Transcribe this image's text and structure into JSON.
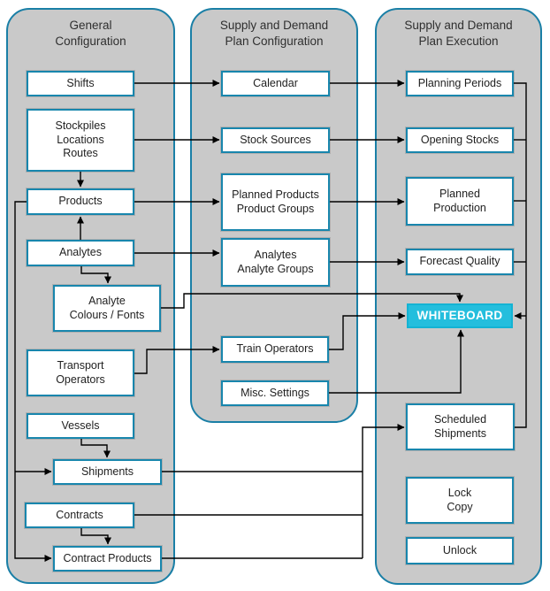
{
  "diagram": {
    "panels": {
      "general": {
        "title": "General\nConfiguration"
      },
      "plan_config": {
        "title": "Supply and Demand\nPlan Configuration"
      },
      "plan_exec": {
        "title": "Supply and Demand\nPlan Execution"
      }
    },
    "boxes": {
      "shifts": "Shifts",
      "stockpiles": "Stockpiles\nLocations\nRoutes",
      "products": "Products",
      "analytes": "Analytes",
      "analyte_colours_fonts": "Analyte\nColours / Fonts",
      "transport_operators": "Transport\nOperators",
      "vessels": "Vessels",
      "shipments": "Shipments",
      "contracts": "Contracts",
      "contract_products": "Contract Products",
      "calendar": "Calendar",
      "stock_sources": "Stock Sources",
      "planned_products": "Planned Products\nProduct Groups",
      "analytes_groups": "Analytes\nAnalyte Groups",
      "train_operators": "Train Operators",
      "misc_settings": "Misc. Settings",
      "planning_periods": "Planning Periods",
      "opening_stocks": "Opening Stocks",
      "planned_production": "Planned\nProduction",
      "forecast_quality": "Forecast Quality",
      "whiteboard": "WHITEBOARD",
      "scheduled_shipments": "Scheduled\nShipments",
      "lock_copy": "Lock\nCopy",
      "unlock": "Unlock"
    },
    "colors": {
      "panel_fill": "#c9c9c9",
      "panel_border": "#1a7fa6",
      "box_border": "#1886ad",
      "highlight_fill": "#24bedd",
      "highlight_border": "#14b3d3",
      "highlight_text": "#ffffff",
      "connector": "#000000"
    }
  }
}
